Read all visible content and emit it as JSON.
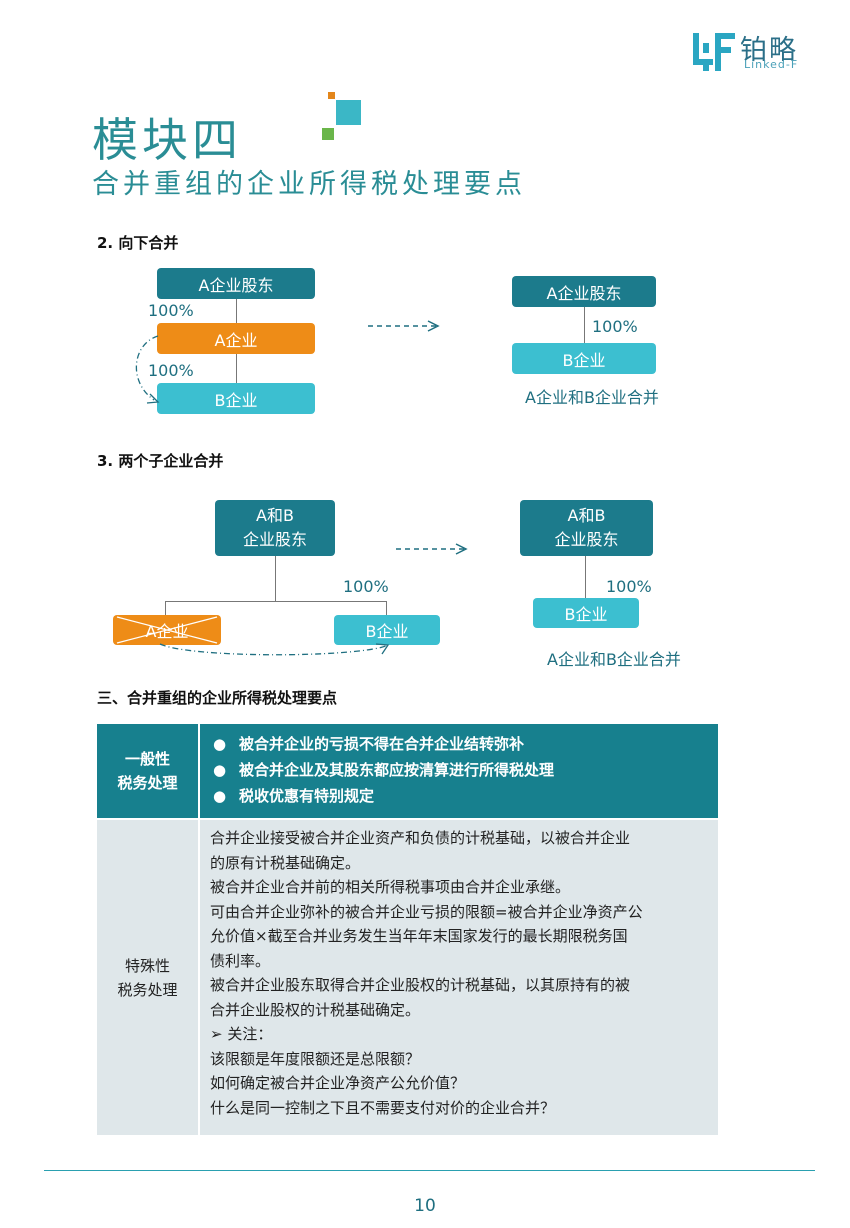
{
  "logo": {
    "cn": "铂略",
    "en": "Linked-F"
  },
  "header": {
    "module_title": "模块四",
    "module_subtitle": "合并重组的企业所得税处理要点"
  },
  "section2": {
    "heading": "2. 向下合并",
    "left": {
      "top_box": "A企业股东",
      "pct1": "100%",
      "mid_box": "A企业",
      "pct2": "100%",
      "bottom_box": "B企业"
    },
    "right": {
      "top_box": "A企业股东",
      "pct": "100%",
      "bottom_box": "B企业",
      "caption": "A企业和B企业合并"
    }
  },
  "section3": {
    "heading": "3. 两个子企业合并",
    "left": {
      "top_line1": "A和B",
      "top_line2": "企业股东",
      "pct": "100%",
      "a_box": "A企业",
      "b_box": "B企业"
    },
    "right": {
      "top_line1": "A和B",
      "top_line2": "企业股东",
      "pct": "100%",
      "bottom_box": "B企业",
      "caption": "A企业和B企业合并"
    }
  },
  "section_three": {
    "heading": "三、合并重组的企业所得税处理要点",
    "general": {
      "label_line1": "一般性",
      "label_line2": "税务处理",
      "bullet_symbol": "●",
      "bullets": [
        "被合并企业的亏损不得在合并企业结转弥补",
        "被合并企业及其股东都应按清算进行所得税处理",
        "税收优惠有特别规定"
      ]
    },
    "special": {
      "label_line1": "特殊性",
      "label_line2": "税务处理",
      "lines": [
        "合并企业接受被合并企业资产和负债的计税基础，以被合并企业",
        "的原有计税基础确定。",
        "被合并企业合并前的相关所得税事项由合并企业承继。",
        "可由合并企业弥补的被合并企业亏损的限额=被合并企业净资产公",
        "允价值×截至合并业务发生当年年末国家发行的最长期限税务国",
        "债利率。",
        "被合并企业股东取得合并企业股权的计税基础，以其原持有的被",
        "合并企业股权的计税基础确定。",
        "➢ 关注：",
        "该限额是年度限额还是总限额？",
        "如何确定被合并企业净资产公允价值？",
        "什么是同一控制之下且不需要支付对价的企业合并？"
      ]
    }
  },
  "footer": {
    "page_number": "10"
  }
}
